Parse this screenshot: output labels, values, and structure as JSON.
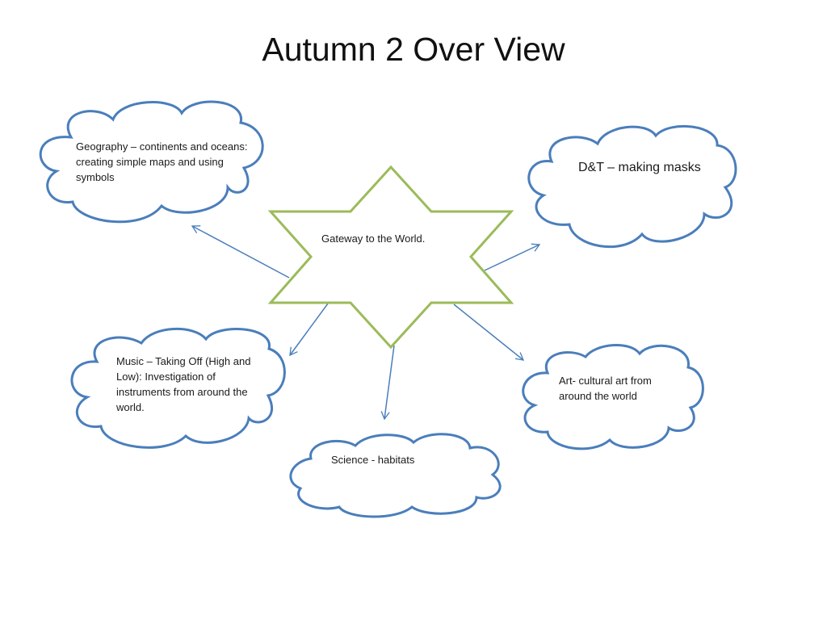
{
  "title": "Autumn 2 Over View",
  "center": {
    "label": "Gateway to the World.",
    "stroke_color": "#9bbb59"
  },
  "topics": [
    {
      "id": "geography",
      "label": "Geography – continents and oceans: creating simple maps and using symbols"
    },
    {
      "id": "dt",
      "label": "D&T – making masks"
    },
    {
      "id": "music",
      "label": "Music – Taking Off (High and Low): Investigation  of instruments from around the world."
    },
    {
      "id": "science",
      "label": "Science - habitats"
    },
    {
      "id": "art",
      "label": "Art- cultural art from around the world"
    }
  ],
  "colors": {
    "cloud_stroke": "#4a7ebb",
    "arrow": "#4a7ebb",
    "star_stroke": "#9bbb59"
  }
}
